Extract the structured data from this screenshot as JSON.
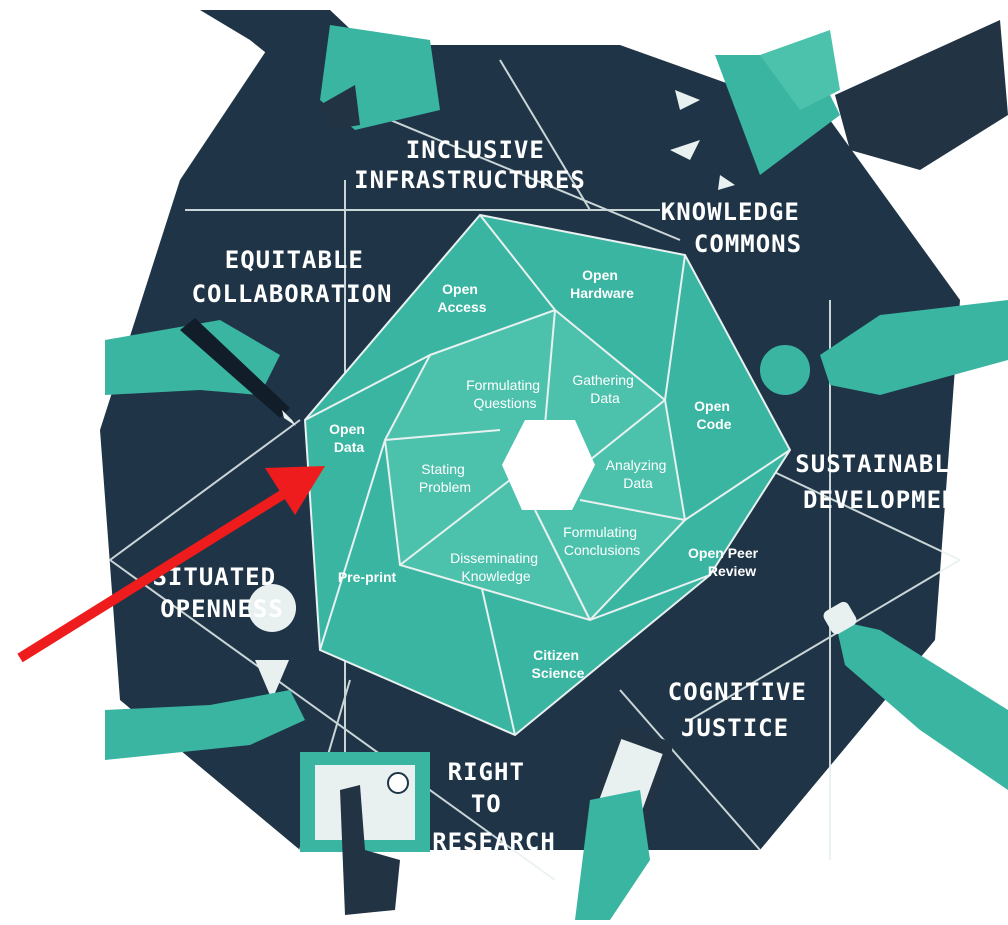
{
  "colors": {
    "background": "#ffffff",
    "outer_shape": "#1f3547",
    "teal": "#39b5a2",
    "teal_light": "#4cc2ad",
    "teal_dark": "#2c9d8b",
    "hand_dark": "#223344",
    "lines": "#e8f1f0",
    "arrow": "#ee1c1c",
    "center": "#ffffff"
  },
  "outer_labels": {
    "inclusive_infrastructures": [
      "INCLUSIVE",
      "INFRASTRUCTURES"
    ],
    "knowledge_commons": [
      "KNOWLEDGE",
      "COMMONS"
    ],
    "equitable_collaboration": [
      "EQUITABLE",
      "COLLABORATION"
    ],
    "sustainable_development": [
      "SUSTAINABLE",
      "DEVELOPMENT"
    ],
    "situated_openness": [
      "SITUATED",
      "OPENNESS"
    ],
    "cognitive_justice": [
      "COGNITIVE",
      "JUSTICE"
    ],
    "right_to_research": [
      "RIGHT",
      "TO",
      "RESEARCH"
    ]
  },
  "middle_labels": {
    "open_access": [
      "Open",
      "Access"
    ],
    "open_hardware": [
      "Open",
      "Hardware"
    ],
    "open_code": [
      "Open",
      "Code"
    ],
    "open_peer_review": [
      "Open Peer",
      "Review"
    ],
    "citizen_science": [
      "Citizen",
      "Science"
    ],
    "pre_print": [
      "Pre-print"
    ],
    "open_data": [
      "Open",
      "Data"
    ]
  },
  "inner_labels": {
    "formulating_questions": [
      "Formulating",
      "Questions"
    ],
    "gathering_data": [
      "Gathering",
      "Data"
    ],
    "analyzing_data": [
      "Analyzing",
      "Data"
    ],
    "formulating_conclusions": [
      "Formulating",
      "Conclusions"
    ],
    "disseminating_knowledge": [
      "Disseminating",
      "Knowledge"
    ],
    "stating_problem": [
      "Stating",
      "Problem"
    ]
  }
}
